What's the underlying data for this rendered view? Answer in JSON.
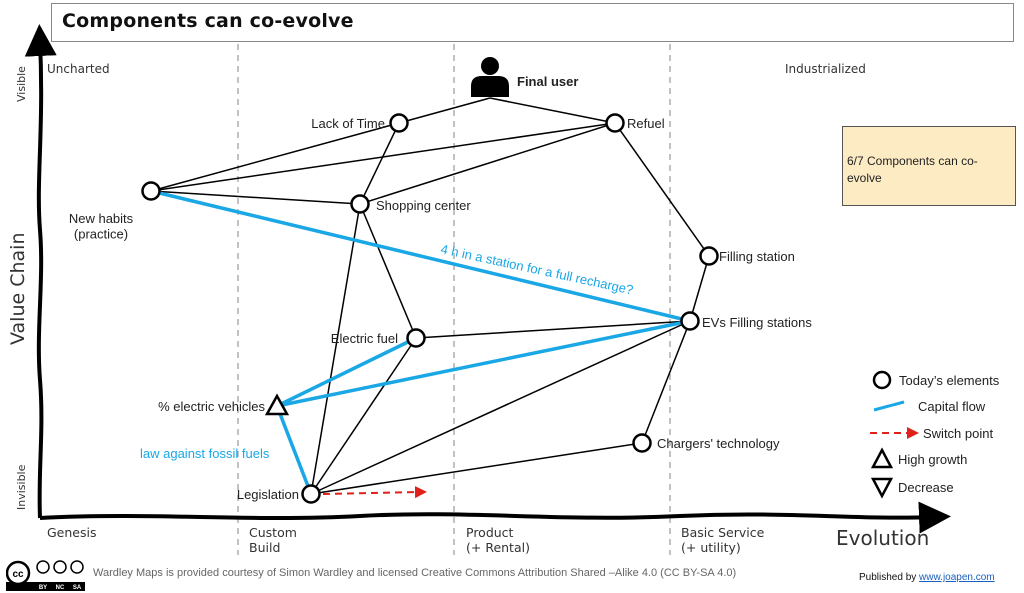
{
  "title": "Components can co-evolve",
  "axes": {
    "y_label": "Value Chain",
    "y_top": "Visible",
    "y_bottom": "Invisible",
    "x_label": "Evolution",
    "stages": [
      "Genesis",
      "Custom\nBuild",
      "Product\n(+ Rental)",
      "Basic Service\n(+ utility)"
    ],
    "stage_lines": [
      "Custom Build",
      "Product (+ Rental)",
      "Basic Service (+ utility)"
    ],
    "region_left": "Uncharted",
    "region_right": "Industrialized"
  },
  "components": [
    {
      "id": "final_user",
      "label": "Final user",
      "type": "user"
    },
    {
      "id": "lack_of_time",
      "label": "Lack of Time",
      "type": "circle"
    },
    {
      "id": "refuel",
      "label": "Refuel",
      "type": "circle"
    },
    {
      "id": "new_habits",
      "label": "New habits\n(practice)",
      "type": "circle"
    },
    {
      "id": "shopping_center",
      "label": "Shopping center",
      "type": "circle"
    },
    {
      "id": "filling_station",
      "label": "Filling station",
      "type": "circle"
    },
    {
      "id": "evs_filling",
      "label": "EVs Filling stations",
      "type": "circle"
    },
    {
      "id": "electric_fuel",
      "label": "Electric fuel",
      "type": "circle"
    },
    {
      "id": "pct_ev",
      "label": "% electric vehicles",
      "type": "triangle-up"
    },
    {
      "id": "chargers_tech",
      "label": "Chargers' technology",
      "type": "circle"
    },
    {
      "id": "legislation",
      "label": "Legislation",
      "type": "circle"
    }
  ],
  "links": [
    [
      "final_user",
      "lack_of_time"
    ],
    [
      "final_user",
      "refuel"
    ],
    [
      "lack_of_time",
      "new_habits"
    ],
    [
      "lack_of_time",
      "shopping_center"
    ],
    [
      "refuel",
      "new_habits"
    ],
    [
      "refuel",
      "shopping_center"
    ],
    [
      "refuel",
      "filling_station"
    ],
    [
      "new_habits",
      "shopping_center"
    ],
    [
      "shopping_center",
      "electric_fuel"
    ],
    [
      "shopping_center",
      "legislation"
    ],
    [
      "filling_station",
      "evs_filling"
    ],
    [
      "electric_fuel",
      "evs_filling"
    ],
    [
      "electric_fuel",
      "legislation"
    ],
    [
      "evs_filling",
      "legislation"
    ],
    [
      "evs_filling",
      "chargers_tech"
    ],
    [
      "chargers_tech",
      "legislation"
    ]
  ],
  "capital_flows": [
    {
      "from": "new_habits",
      "to": "evs_filling",
      "label": "4 h in a station for a full recharge?"
    },
    {
      "from": "pct_ev",
      "to": "electric_fuel",
      "label": ""
    },
    {
      "from": "pct_ev",
      "to": "evs_filling",
      "label": ""
    },
    {
      "from": "pct_ev",
      "to": "legislation",
      "label": "law against fossil fuels"
    }
  ],
  "switch_point": {
    "from": "legislation"
  },
  "note": "6/7 Components can co-evolve",
  "legend": [
    {
      "symbol": "circle",
      "label": "Today’s elements"
    },
    {
      "symbol": "capital-line",
      "label": "Capital flow"
    },
    {
      "symbol": "red-dashed-arrow",
      "label": "Switch point"
    },
    {
      "symbol": "triangle-up",
      "label": "High growth"
    },
    {
      "symbol": "triangle-down",
      "label": "Decrease"
    }
  ],
  "footer": {
    "license": "Wardley Maps is provided courtesy of Simon Wardley and licensed  Creative Commons Attribution Shared –Alike 4.0 (CC BY-SA 4.0)",
    "published_prefix": "Published by ",
    "published_link": "www.joapen.com",
    "cc_badges": [
      "BY",
      "NC",
      "SA"
    ]
  },
  "colors": {
    "capital_flow": "#1aa7e6",
    "switch_point": "#e0201a",
    "note_bg": "#fdebc4"
  }
}
